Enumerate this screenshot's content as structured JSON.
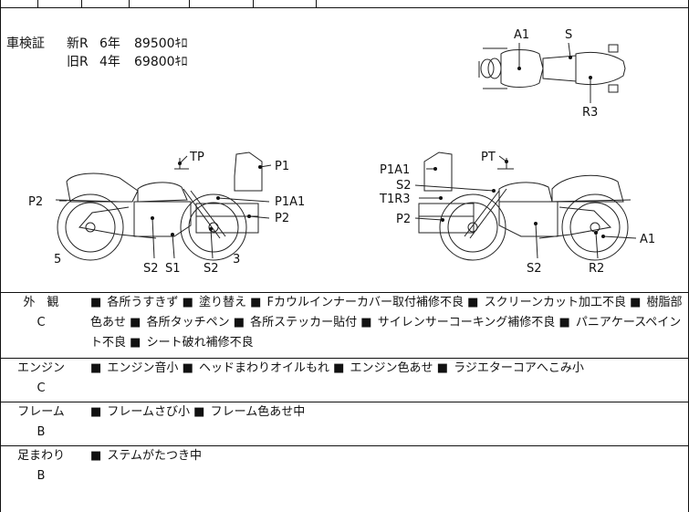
{
  "registration": {
    "label": "車検証",
    "rows": [
      {
        "type": "新R",
        "years": "6年",
        "price": "89500ｷﾛ"
      },
      {
        "type": "旧R",
        "years": "4年",
        "price": "69800ｷﾛ"
      }
    ]
  },
  "diagram_labels": {
    "top_view": {
      "a1": "A1",
      "s": "S",
      "r3": "R3"
    },
    "left_view": {
      "tp": "TP",
      "p1": "P1",
      "p2_front": "P2",
      "p1a1": "P1A1",
      "p2_rear": "P2",
      "five": "5",
      "three": "3",
      "s2_a": "S2",
      "s1": "S1",
      "s2_b": "S2"
    },
    "right_view": {
      "pt": "PT",
      "p1a1": "P1A1",
      "s2_top": "S2",
      "t1r3": "T1R3",
      "p2": "P2",
      "a1": "A1",
      "s2_bottom": "S2",
      "r2": "R2"
    }
  },
  "condition": [
    {
      "category": "外　観",
      "grade": "C",
      "items": [
        "各所うすきず",
        "塗り替え",
        "Fカウルインナーカバー取付補修不良",
        "スクリーンカット加工不良",
        "樹脂部色あせ",
        "各所タッチペン",
        "各所ステッカー貼付",
        "サイレンサーコーキング補修不良",
        "パニアケースペイント不良",
        "シート破れ補修不良"
      ]
    },
    {
      "category": "エンジン",
      "grade": "C",
      "items": [
        "エンジン音小",
        "ヘッドまわりオイルもれ",
        "エンジン色あせ",
        "ラジエターコアへこみ小"
      ]
    },
    {
      "category": "フレーム",
      "grade": "B",
      "items": [
        "フレームさび小",
        "フレーム色あせ中"
      ]
    },
    {
      "category": "足まわり",
      "grade": "B",
      "items": [
        "ステムがたつき中"
      ]
    }
  ],
  "bullet_glyph": "■"
}
